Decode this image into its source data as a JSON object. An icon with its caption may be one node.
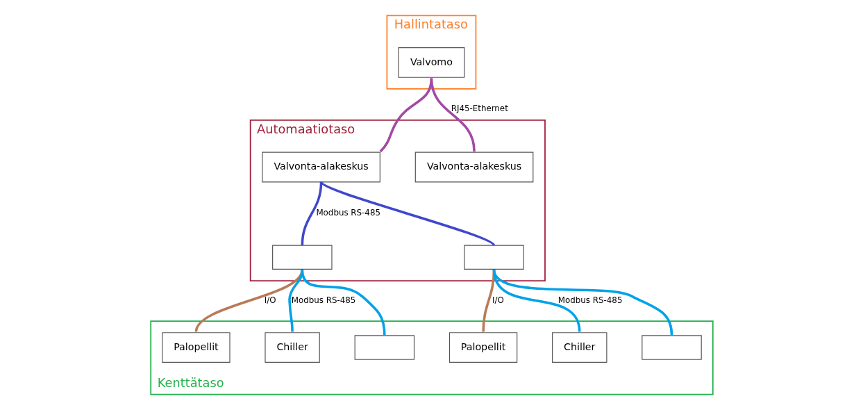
{
  "diagram": {
    "nodes": [
      {
        "text": [
          "Hallintataso"
        ]
      },
      {
        "text": [
          "Valvomo"
        ],
        "in": 0
      },
      {
        "text": [
          "Automaatiotaso"
        ]
      },
      {
        "text": [
          "Valvonta-alakeskus"
        ],
        "in": 2
      },
      {
        "text": [
          "Valvonta-alakeskus"
        ],
        "in": 2
      },
      {
        "text": [],
        "shape": "box",
        "in": 2
      },
      {
        "text": [],
        "shape": "box",
        "in": 2
      },
      {
        "text": [
          "Kenttätaso"
        ]
      },
      {
        "text": [
          "Palopellit"
        ],
        "in": 7
      },
      {
        "text": [
          "Chiller"
        ],
        "in": 7
      },
      {
        "text": [],
        "shape": "box",
        "in": 7
      },
      {
        "text": [
          "Palopellit"
        ],
        "in": 7
      },
      {
        "text": [
          "Chiller"
        ],
        "in": 7
      },
      {
        "text": [],
        "shape": "box",
        "in": 7
      }
    ],
    "edges": [
      {
        "from": 1,
        "to": 3,
        "arrow": "none",
        "color": "#a349a4"
      },
      {
        "from": 1,
        "to": 4,
        "arrow": "none",
        "color": "#a349a4",
        "label": "RJ45-Ethernet"
      },
      {
        "from": 3,
        "to": 5,
        "arrow": "none",
        "color": "#3f48cc",
        "label": "Modbus RS-485"
      },
      {
        "from": 3,
        "to": 6,
        "arrow": "none",
        "color": "#3f48cc"
      },
      {
        "from": 5,
        "to": 8,
        "arrow": "none",
        "color": "#b97a57",
        "label": "I/O"
      },
      {
        "from": 5,
        "to": 9,
        "arrow": "none",
        "label": "Modbus RS-485"
      },
      {
        "from": 5,
        "to": 10,
        "arrow": "none"
      },
      {
        "from": 6,
        "to": 11,
        "arrow": "none",
        "color": "#b97a57",
        "label": "I/O"
      },
      {
        "from": 6,
        "to": 12,
        "arrow": "none",
        "label": "Modbus RS-485"
      },
      {
        "from": 6,
        "to": 13,
        "arrow": "none"
      }
    ]
  }
}
